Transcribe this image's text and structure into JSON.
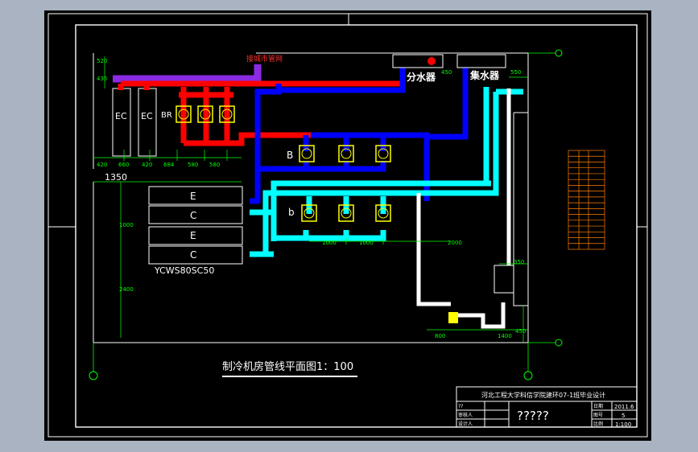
{
  "drawing": {
    "title": "制冷机房管线平面图1：100",
    "top_label": "接城市管网",
    "fenshuiqi": "分水器",
    "jishuiqi": "集水器",
    "chiller_model": "YCWS80SC50",
    "ec_labels": [
      "EC",
      "EC"
    ],
    "pump_group_labels": [
      "BR",
      "B",
      "b"
    ],
    "chiller_labels": [
      "E",
      "C",
      "E",
      "C"
    ]
  },
  "dimensions": {
    "top": [
      "520",
      "435",
      "450",
      "550"
    ],
    "bottom_left": [
      "420",
      "660",
      "420",
      "684",
      "580",
      "580"
    ],
    "span_1350": "1350",
    "left_vertical": [
      "1000",
      "2400"
    ],
    "pump_row": [
      "1000",
      "1000",
      "2000"
    ],
    "right_side": [
      "350",
      "450"
    ],
    "bottom_right": [
      "800",
      "1400"
    ]
  },
  "title_block": {
    "school": "河北工程大学科信学院建环07-1班毕业设计",
    "drawing_name": "?????",
    "rows_left": [
      "??",
      "审核人",
      "设计人"
    ],
    "date_label": "日期",
    "date": "2011.6",
    "sheet_label": "图号",
    "sheet": "5",
    "scale_label": "比例",
    "scale": "1:100"
  },
  "legend_table": {
    "rows": 17
  },
  "colors": {
    "supply": "#0000ff",
    "hot": "#ff0000",
    "cooling": "#00ffff",
    "drain": "#ffffff",
    "purple": "#8a2be2",
    "frame": "#ffff00",
    "dim": "#00ff00",
    "background": "#000000",
    "table": "#ff8000"
  }
}
